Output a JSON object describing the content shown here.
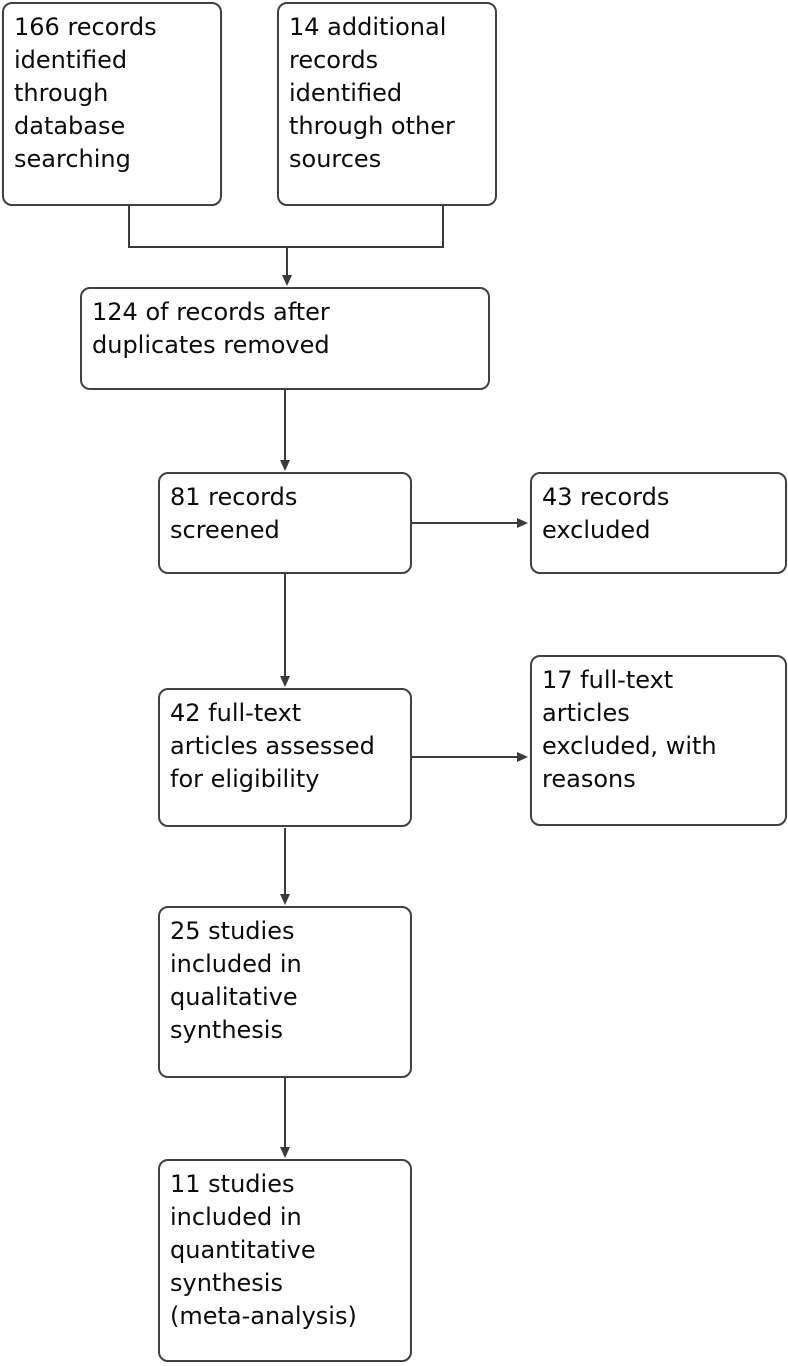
{
  "colors": {
    "background": "#ffffff",
    "box_border": "#404040",
    "connector_line": "#3a3a3a",
    "text": "#0b0b0b"
  },
  "flowchart": {
    "identification": {
      "database_records": "166 records\nidentified\nthrough\ndatabase\nsearching",
      "other_sources": "14 additional\nrecords\nidentified\nthrough other\nsources"
    },
    "deduplication": {
      "after_duplicates": "124 of records after\nduplicates removed"
    },
    "screening": {
      "screened": "81 records\nscreened",
      "excluded": "43 records\nexcluded"
    },
    "eligibility": {
      "assessed": "42 full-text\narticles assessed\nfor eligibility",
      "excluded": "17 full-text\narticles\nexcluded, with\nreasons"
    },
    "included": {
      "qualitative": "25 studies\nincluded in\nqualitative\nsynthesis",
      "quantitative": "11 studies\nincluded in\nquantitative\nsynthesis\n(meta-analysis)"
    }
  },
  "counts": {
    "database_records": 166,
    "other_sources": 14,
    "after_duplicates": 124,
    "screened": 81,
    "records_excluded": 43,
    "fulltext_assessed": 42,
    "fulltext_excluded": 17,
    "qualitative_included": 25,
    "quantitative_included": 11
  }
}
